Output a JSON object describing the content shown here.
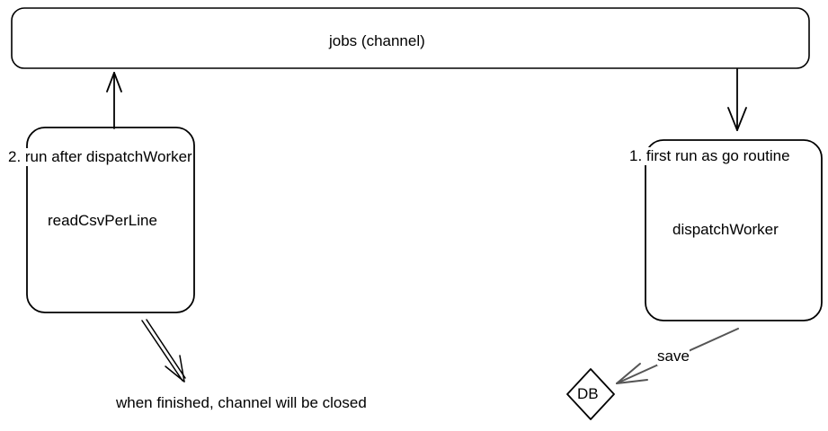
{
  "nodes": {
    "jobs_channel": {
      "label": "jobs (channel)",
      "shape": "rounded-rectangle"
    },
    "read_csv": {
      "label": "readCsvPerLine",
      "shape": "rounded-rectangle"
    },
    "dispatch_worker": {
      "label": "dispatchWorker",
      "shape": "rounded-rectangle"
    },
    "db": {
      "label": "DB",
      "shape": "diamond"
    }
  },
  "edges": [
    {
      "from": "read_csv",
      "to": "jobs_channel",
      "label": "2. run after dispatchWorker"
    },
    {
      "from": "jobs_channel",
      "to": "dispatch_worker",
      "label": "1. first run as go routine"
    },
    {
      "from": "dispatch_worker",
      "to": "db",
      "label": "save"
    },
    {
      "from": "read_csv",
      "to": "finished_note",
      "label": ""
    }
  ],
  "notes": {
    "finished": "when finished, channel will be closed"
  },
  "colors": {
    "stroke": "#000000",
    "arrow_gray": "#555555",
    "background": "#ffffff"
  }
}
